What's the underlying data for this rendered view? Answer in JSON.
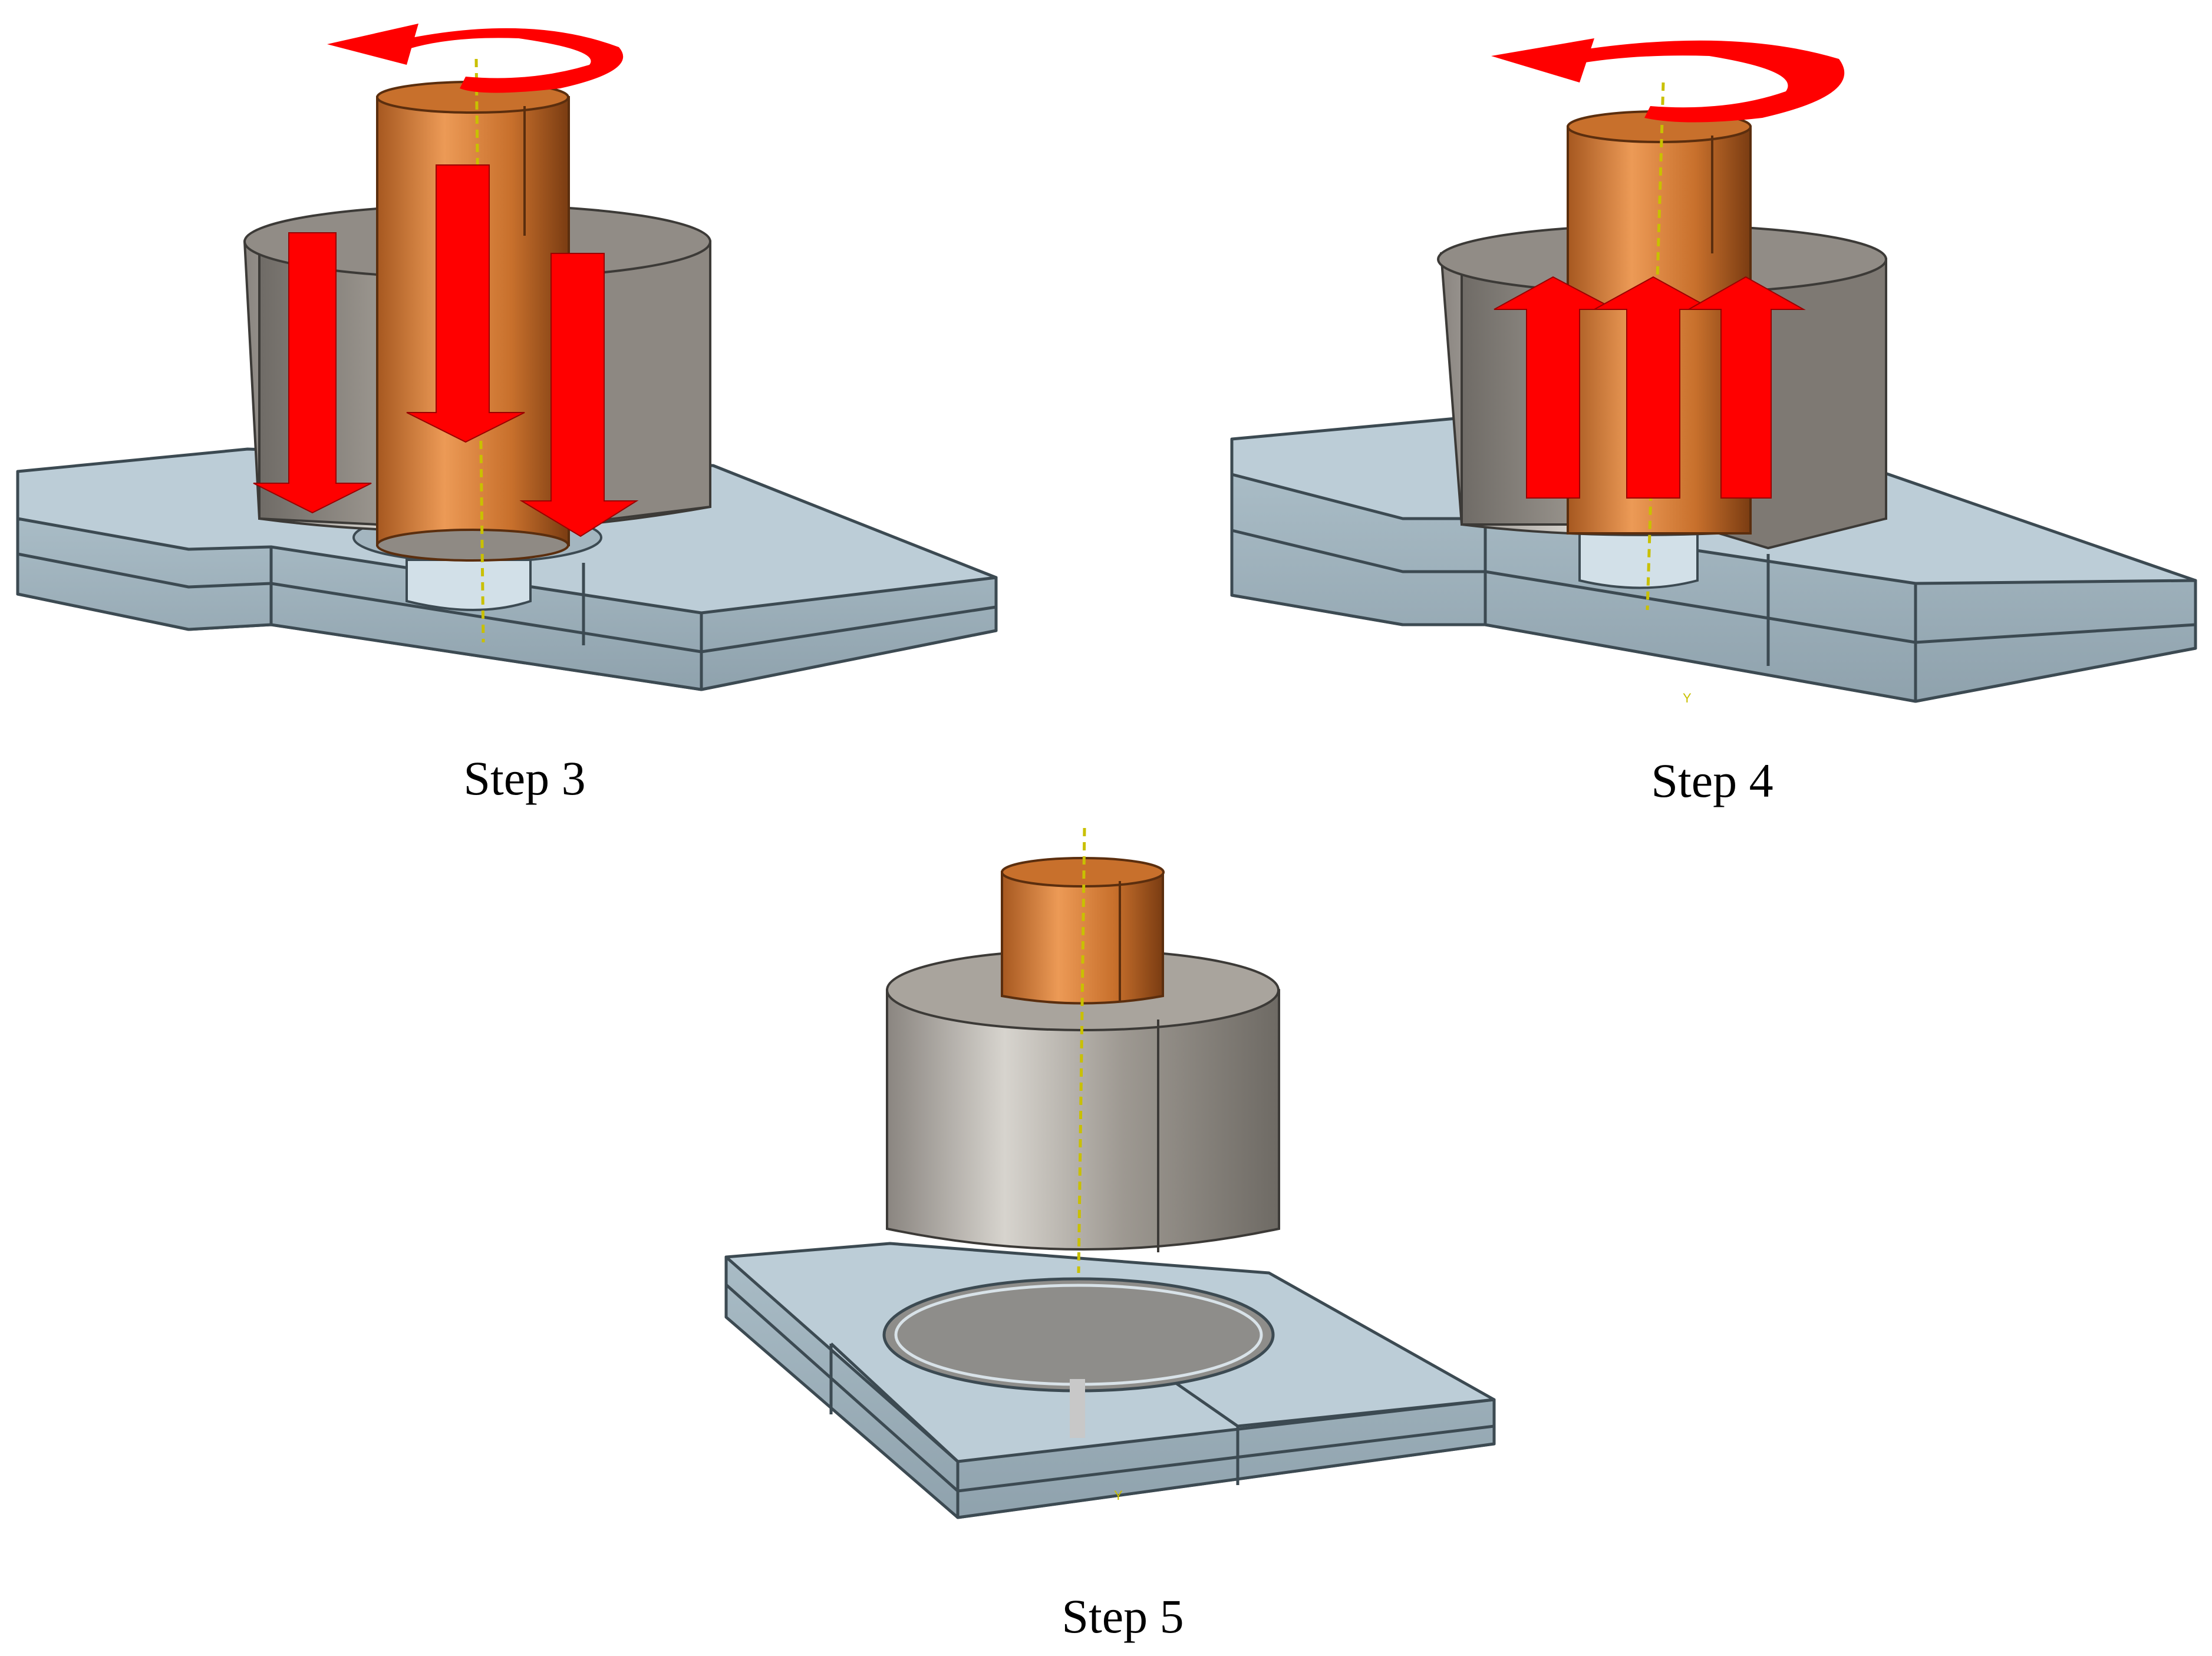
{
  "panels": [
    {
      "id": "step3",
      "label": "Step 3",
      "tool_motion": "plunge-down",
      "rotation": "counter-clockwise"
    },
    {
      "id": "step4",
      "label": "Step 4",
      "tool_motion": "retract-up",
      "rotation": "counter-clockwise"
    },
    {
      "id": "step5",
      "label": "Step 5",
      "tool_motion": "withdrawn",
      "rotation": "none"
    }
  ],
  "axis_marker": "Y",
  "colors": {
    "pin": "#c8702c",
    "pin_highlight": "#ec9a56",
    "pin_shadow": "#8a4515",
    "sleeve": "#a8a39c",
    "sleeve_dark": "#7c7872",
    "sleeve_light": "#d3d0ca",
    "plate_top": "#bccdd7",
    "plate_side": "#9eb1bc",
    "plate_edge": "#3c4a52",
    "arrow": "#ff0000",
    "axis": "#c9c000"
  }
}
